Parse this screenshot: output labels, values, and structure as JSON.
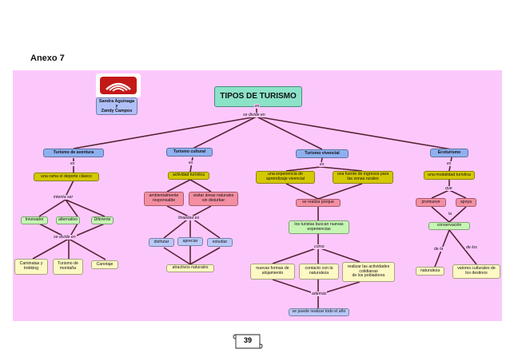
{
  "annex_label": "Anexo 7",
  "page_number": "39",
  "authors": "Sandra Aguinaga\ny\nZandy Campos",
  "title": "TIPOS DE TURISMO",
  "labels": {
    "top_connector": "se divide en",
    "es1": "es",
    "es2": "es",
    "es3": "es",
    "es4": "es",
    "intenta_ser": "intenta ser",
    "se_divide_en": "se divide en",
    "finalidad_es": "finalidad es",
    "como": "como",
    "ademas": "además",
    "que": "que",
    "la": "la",
    "de_la": "de la",
    "de_los": "de los"
  },
  "nodes": {
    "aventura": "Turismo de aventura",
    "cultural": "Turismo cultural",
    "vivencial": "Turismo vivencial",
    "ecoturismo": "Ecoturismo",
    "aventura_rama": "una rama el deporte clásico",
    "innovador": "Innovador",
    "alternativo": "alternativo",
    "diferente": "Diferente",
    "caminatas": "Caminatas y\ntrekking",
    "montana": "Turismo de\nmontaña",
    "canotaje": "Canotaje",
    "actividad_turistica": "actividad turística",
    "ambientalmente": "ambientalmente\nresponsable",
    "visitar_areas": "visitar áreas naturales\nsin disturbar",
    "disfrutar": "disfrutar",
    "apreciar": "apreciar",
    "estudiar": "estudiar",
    "atractivos": "atractivos naturales",
    "experiencia": "una experiencia de\naprendizaje vivencial",
    "fuente_ingresos": "una fuente de ingresos para\nlas zonas rurales",
    "se_realiza_porque": "se realiza porque",
    "turistas_buscan": "los turistas buscan nuevas\nexperiencias",
    "nuevas_formas": "nuevas formas de\nalojamiento",
    "contacto": "contacto con la\nnaturaleza",
    "realizar_actividades": "realizar las actividades\ncotidianas\nde los pobladores",
    "todo_el_ano": "se puede realizar todo el año",
    "modalidad": "una modalidad turística",
    "promueve": "promueve",
    "apoya": "apoya",
    "conservacion": "conservación",
    "naturaleza": "naturaleza",
    "valores_culturales": "valores culturales de\nlos destinos"
  }
}
